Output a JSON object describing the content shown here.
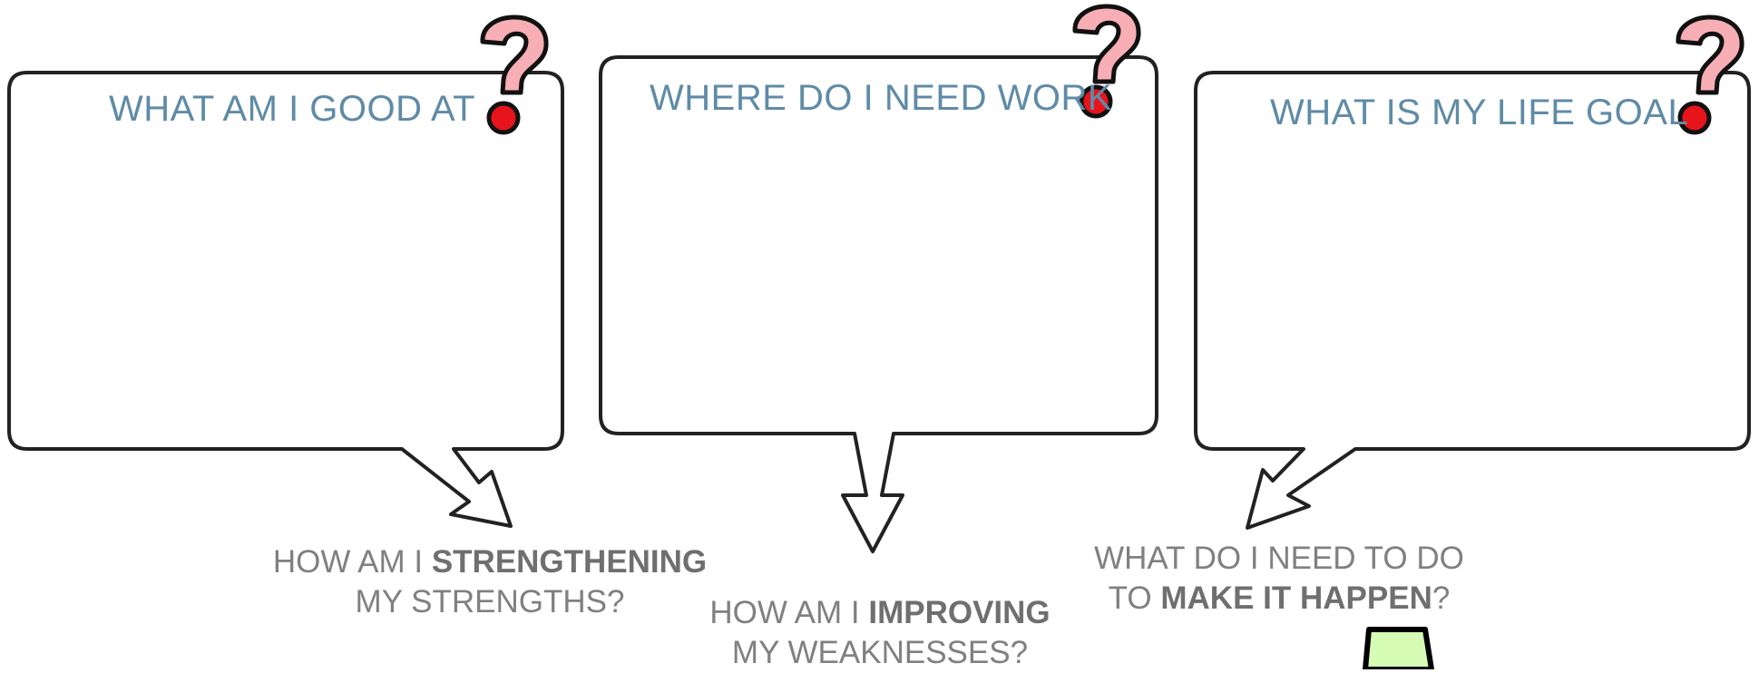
{
  "colors": {
    "title": "#5f8ba6",
    "prompt": "#808080",
    "outline": "#222222",
    "question_mark": "#f7aeb4",
    "question_dot": "#e8141b",
    "pencil": "#d5fbb4"
  },
  "boxes": [
    {
      "title": "WHAT AM I GOOD AT",
      "prompt_line1_pre": "HOW AM I ",
      "prompt_line1_bold": "STRENGTHENING",
      "prompt_line2_pre": "MY STRENGTHS?",
      "prompt_line2_bold": "",
      "prompt_line2_post": ""
    },
    {
      "title": "WHERE DO I NEED WORK",
      "prompt_line1_pre": "HOW AM I ",
      "prompt_line1_bold": "IMPROVING",
      "prompt_line2_pre": "MY WEAKNESSES?",
      "prompt_line2_bold": "",
      "prompt_line2_post": ""
    },
    {
      "title": "WHAT IS MY LIFE GOAL",
      "prompt_line1_pre": "WHAT DO I NEED TO DO",
      "prompt_line1_bold": "",
      "prompt_line2_pre": "TO ",
      "prompt_line2_bold": "MAKE IT HAPPEN",
      "prompt_line2_post": "?"
    }
  ],
  "icons": {
    "question": "question-mark-icon",
    "pencil": "pencil-icon"
  }
}
